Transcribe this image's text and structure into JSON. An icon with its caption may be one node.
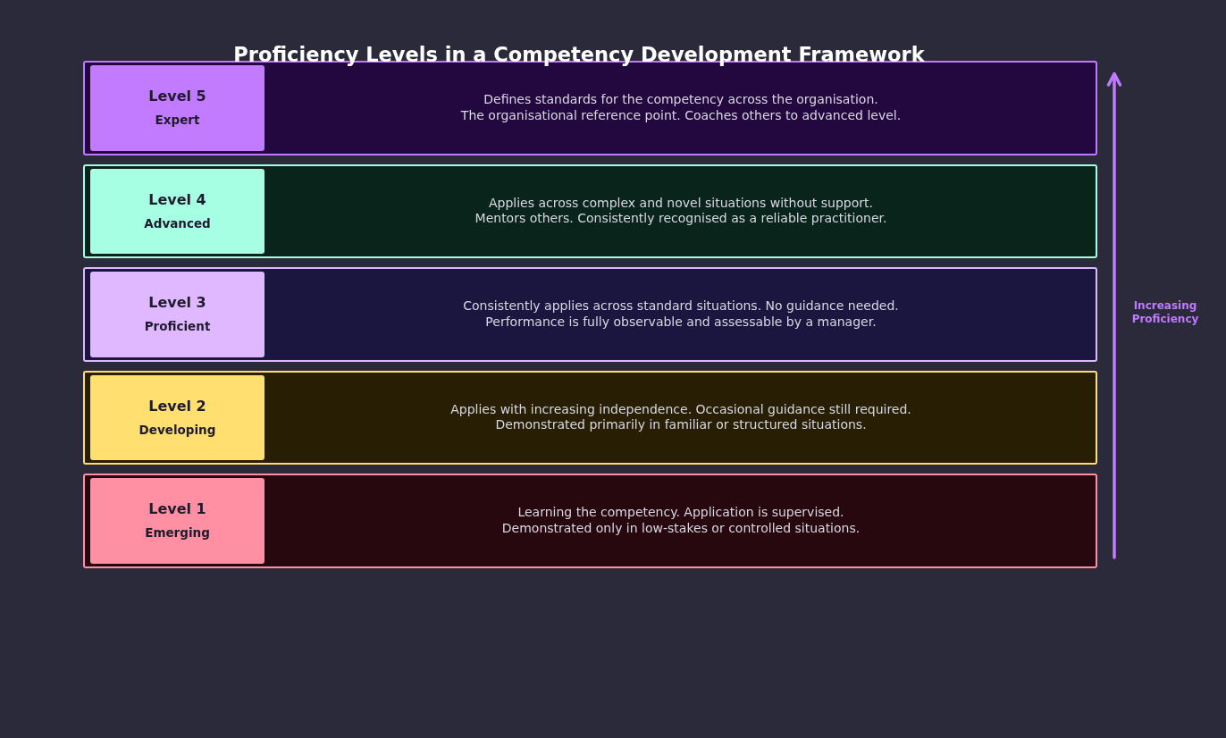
{
  "diagram": {
    "title": "Proficiency Levels in a Competency Development Framework",
    "nodes": [
      {
        "text": [
          "Defines standards for the competency across the organisation.",
          "The organisational reference point. Coaches others to advanced level."
        ]
      },
      {
        "text": [
          "Level 5",
          "Expert"
        ],
        "in": 0
      },
      {
        "text": [
          "Applies across complex and novel situations without support.",
          "Mentors others. Consistently recognised as a reliable practitioner."
        ]
      },
      {
        "text": [
          "Level 4",
          "Advanced"
        ],
        "in": 2
      },
      {
        "text": [
          "Consistently applies across standard situations. No guidance needed.",
          "Performance is fully observable and assessable by a manager."
        ]
      },
      {
        "text": [
          "Level 3",
          "Proficient"
        ],
        "in": 4
      },
      {
        "text": [
          "Applies with increasing independence. Occasional guidance still required.",
          "Demonstrated primarily in familiar or structured situations."
        ]
      },
      {
        "text": [
          "Level 2",
          "Developing"
        ],
        "in": 6
      },
      {
        "text": [
          "Learning the competency. Application is supervised.",
          "Demonstrated only in low-stakes or controlled situations."
        ]
      },
      {
        "text": [
          "Level 1",
          "Emerging"
        ],
        "in": 8
      }
    ],
    "labels": [
      "Increasing Proficiency"
    ]
  }
}
